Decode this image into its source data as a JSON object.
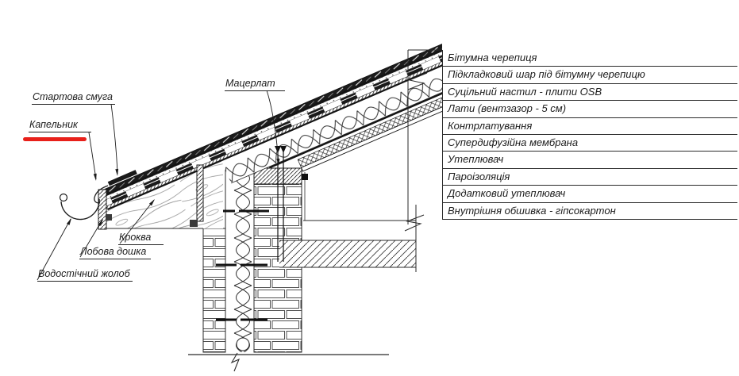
{
  "drawing": {
    "callouts": {
      "startova": "Стартова смуга",
      "kapelnik": "Капельник",
      "mauerlat": "Мацерлат",
      "krokva": "Кроква",
      "lobova": "Лобова дошка",
      "vodostik": "Водостічний жолоб"
    },
    "layer_table": {
      "rows": [
        "Бітумна черепиця",
        "Підкладковий шар під бітумну черепицю",
        "Суцільний настил - плити OSB",
        "Лати (вентзазор - 5 см)",
        "Контрлатування",
        "Супердифузійна мембрана",
        "Утеплювач",
        "Пароізоляція",
        "Додатковий утеплювач",
        "Внутрішня обшивка - гіпсокартон"
      ]
    },
    "colors": {
      "line": "#1f1f1f",
      "highlight": "#e8201a"
    }
  }
}
